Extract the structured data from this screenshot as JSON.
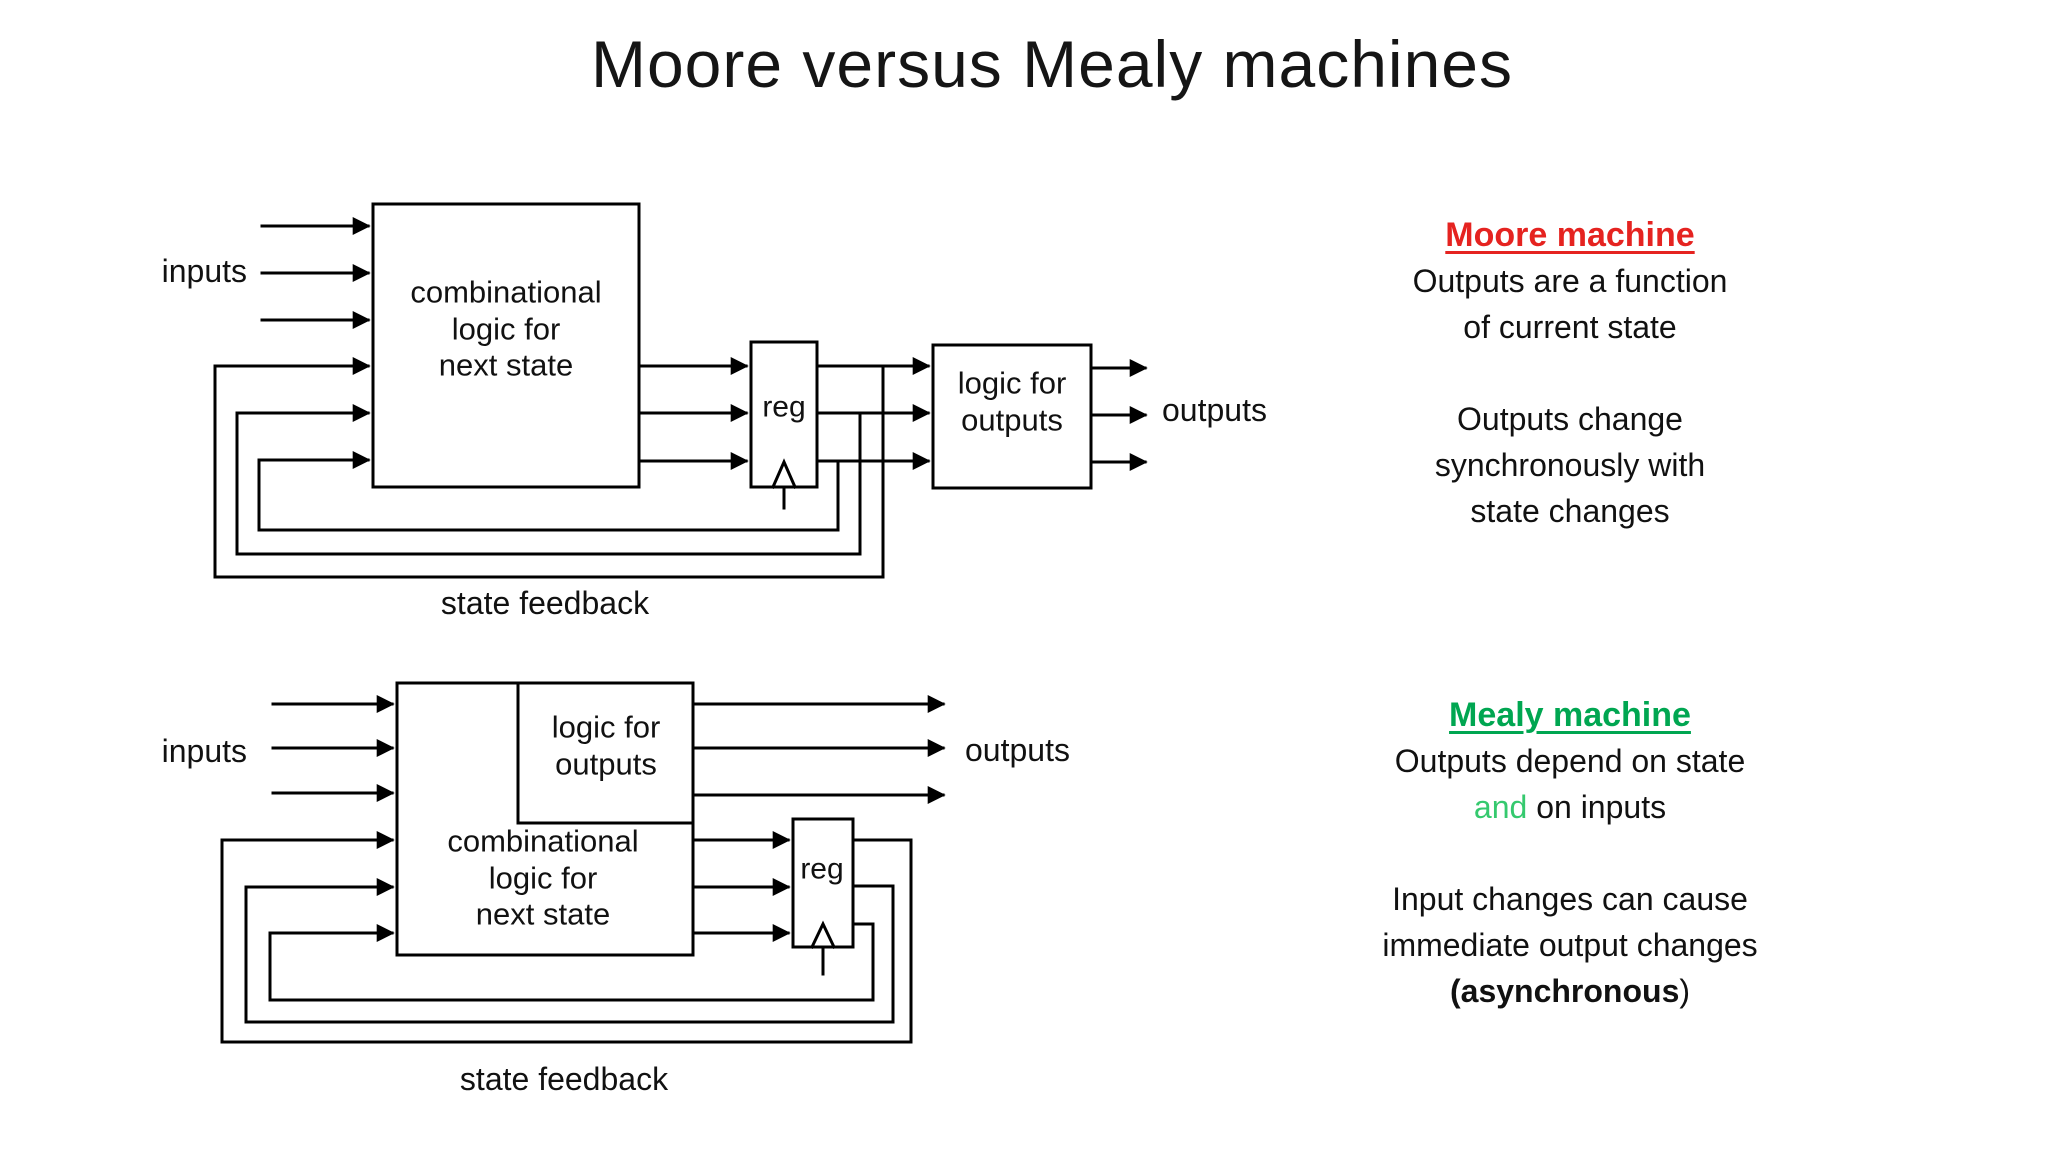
{
  "title": "Moore versus Mealy machines",
  "colors": {
    "moore_red": "#e52320",
    "mealy_green": "#00a651",
    "and_green": "#35c96e",
    "wire": "#000000",
    "ink": "#111111",
    "background": "#ffffff"
  },
  "moore_diagram": {
    "inputs_label": "inputs",
    "combinational_box_lines": [
      "combinational",
      "logic for",
      "next state"
    ],
    "reg_label": "reg",
    "output_logic_box_lines": [
      "logic for",
      "outputs"
    ],
    "outputs_label": "outputs",
    "state_feedback_label": "state feedback"
  },
  "mealy_diagram": {
    "inputs_label": "inputs",
    "combinational_box_lines": [
      "combinational",
      "logic for",
      "next state"
    ],
    "reg_label": "reg",
    "output_logic_box_lines": [
      "logic for",
      "outputs"
    ],
    "outputs_label": "outputs",
    "state_feedback_label": "state feedback"
  },
  "moore_text": {
    "heading": "Moore machine",
    "lines": [
      "Outputs are a function",
      "of current state",
      "",
      "Outputs change",
      "synchronously with",
      "state changes"
    ]
  },
  "mealy_text": {
    "heading": "Mealy machine",
    "line1": "Outputs depend on state",
    "line2_green": "and",
    "line2_rest": " on inputs",
    "gap": "",
    "line3": "Input changes can cause",
    "line4": "immediate output changes",
    "line5_bold": "(asynchronous",
    "line5_tail": ")"
  }
}
